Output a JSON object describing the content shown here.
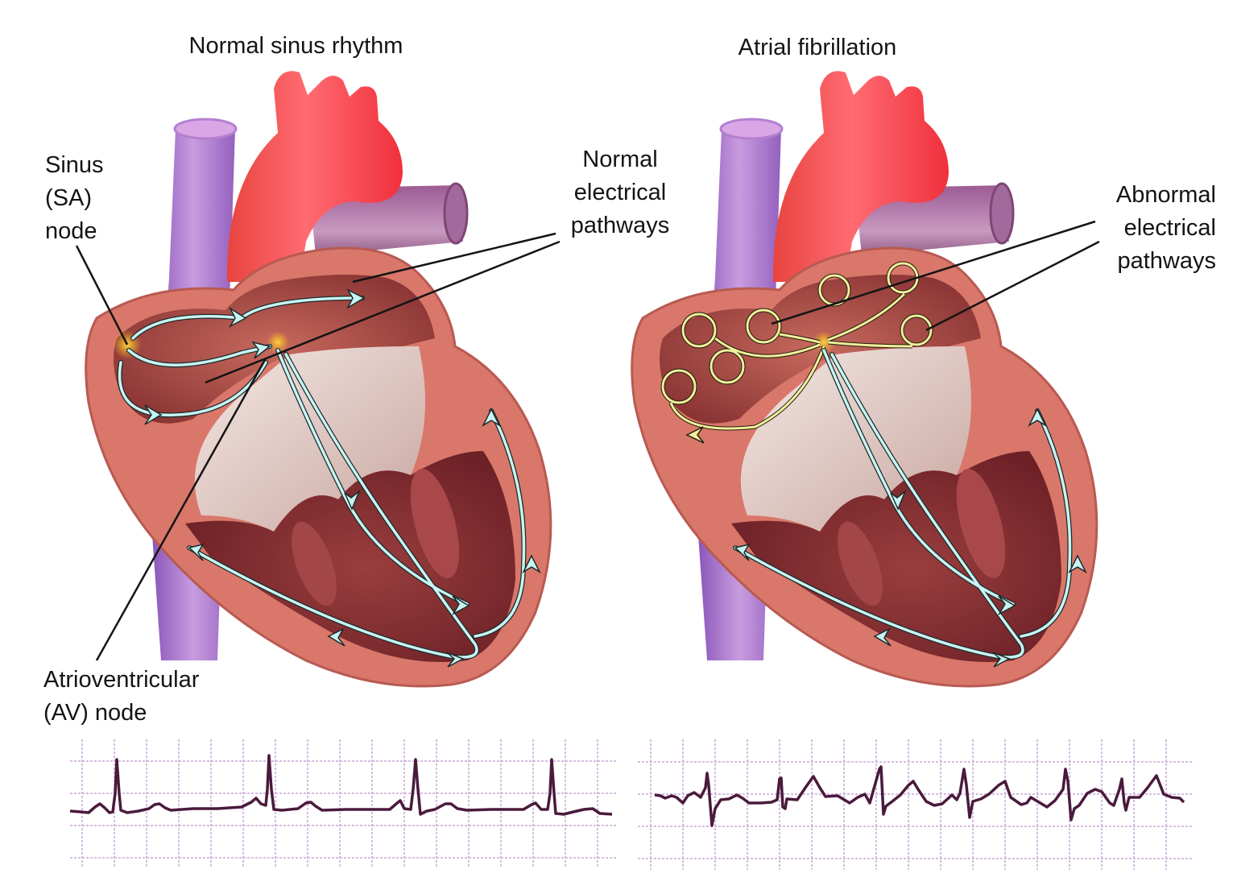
{
  "panels": [
    {
      "title": "Normal sinus rhythm",
      "labels": {
        "sa_node": "Sinus\n(SA)\nnode",
        "pathways": "Normal\nelectrical\npathways",
        "av_node": "Atrioventricular\n(AV) node"
      },
      "pathway_color": "#c8f4f2",
      "ecg_caption": ""
    },
    {
      "title": "Atrial fibrillation",
      "labels": {
        "pathways": "Abnormal\nelectrical\npathways"
      },
      "pathway_color": "#f2ee9a",
      "ecg_caption": ""
    }
  ],
  "colors": {
    "ecg_grid": "#c9a6d9",
    "ecg_trace": "#4a1a3c",
    "aorta": "#f2434f",
    "vena_cava": "#a973c9",
    "pulmonary_artery": "#7d3a72",
    "myocardium": "#d9776a",
    "valve_tissue": "#efdcd8",
    "node_yellow": "#f2b714"
  },
  "ecg": [
    {
      "name": "normal-sinus-ecg",
      "beats": 4,
      "r_peak_x": [
        145,
        334,
        516,
        685
      ]
    },
    {
      "name": "afib-ecg",
      "beats": 6,
      "r_peak_x": [
        878,
        970,
        1096,
        1172,
        1324,
        1393
      ]
    }
  ]
}
